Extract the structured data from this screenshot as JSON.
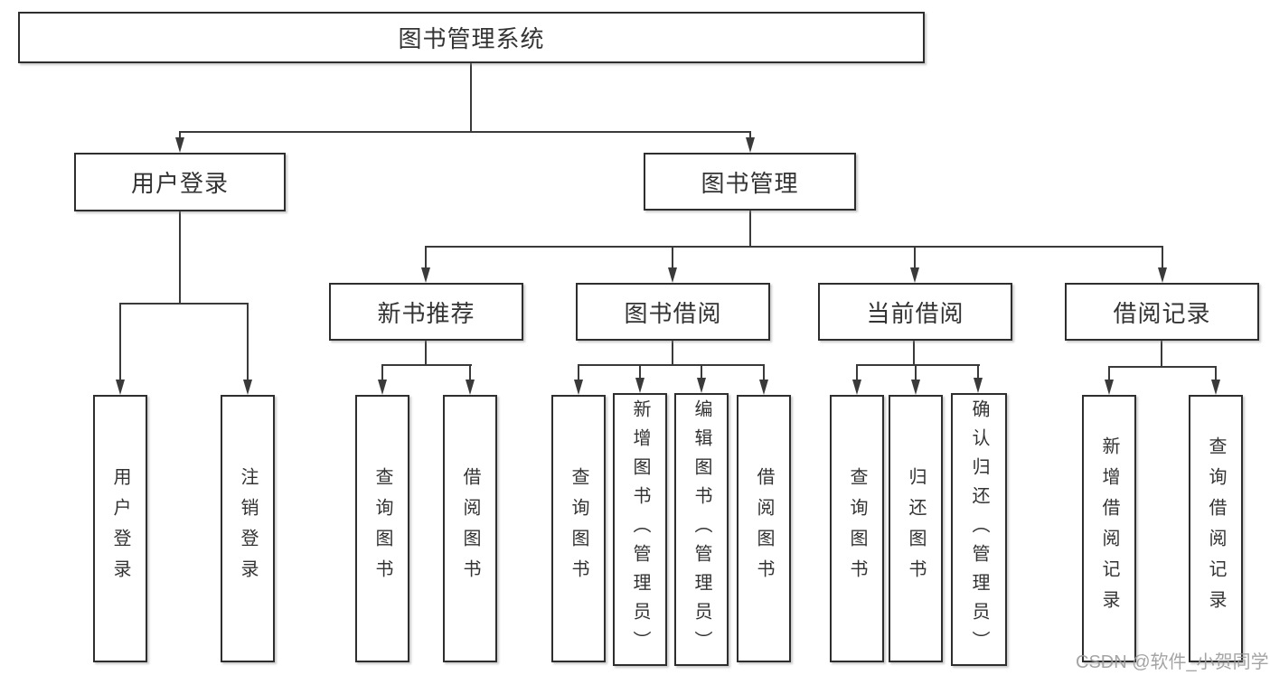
{
  "diagram": {
    "root": {
      "label": "图书管理系统"
    },
    "branches": [
      {
        "label": "用户登录",
        "children": [
          {
            "label": "用户登录"
          },
          {
            "label": "注销登录"
          }
        ]
      },
      {
        "label": "图书管理",
        "children": [
          {
            "label": "新书推荐",
            "children": [
              {
                "label": "查询图书"
              },
              {
                "label": "借阅图书"
              }
            ]
          },
          {
            "label": "图书借阅",
            "children": [
              {
                "label": "查询图书"
              },
              {
                "label": "新增图书（管理员）"
              },
              {
                "label": "编辑图书（管理员）"
              },
              {
                "label": "借阅图书"
              }
            ]
          },
          {
            "label": "当前借阅",
            "children": [
              {
                "label": "查询图书"
              },
              {
                "label": "归还图书"
              },
              {
                "label": "确认归还（管理员）"
              }
            ]
          },
          {
            "label": "借阅记录",
            "children": [
              {
                "label": "新增借阅记录"
              },
              {
                "label": "查询借阅记录"
              }
            ]
          }
        ]
      }
    ]
  },
  "watermark": {
    "text": "CSDN @软件_小贺同学"
  },
  "colors": {
    "line": "#3a3a3a",
    "box_border": "#2e2e2e",
    "text": "#333333",
    "background": "#ffffff",
    "watermark": "#9b9b9b"
  }
}
